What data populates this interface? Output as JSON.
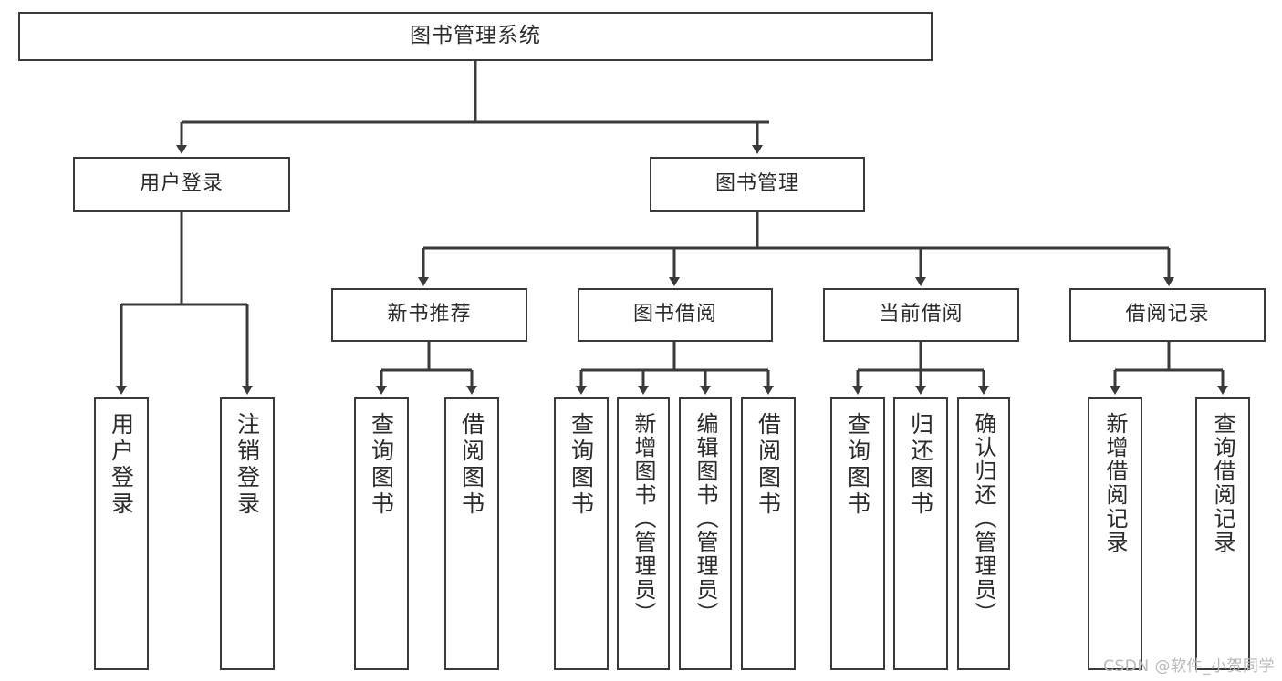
{
  "diagram": {
    "title": "图书管理系统",
    "type": "tree-hierarchy-chart",
    "levels": 4,
    "root": {
      "id": "root",
      "label": "图书管理系统"
    },
    "level2": [
      {
        "id": "user-login",
        "label": "用户登录"
      },
      {
        "id": "book-manage",
        "label": "图书管理"
      }
    ],
    "level3": [
      {
        "id": "new-book-rec",
        "label": "新书推荐",
        "parent": "book-manage"
      },
      {
        "id": "book-borrow",
        "label": "图书借阅",
        "parent": "book-manage"
      },
      {
        "id": "current-borrow",
        "label": "当前借阅",
        "parent": "book-manage"
      },
      {
        "id": "borrow-record",
        "label": "借阅记录",
        "parent": "book-manage"
      }
    ],
    "leaves": {
      "user_login": [
        {
          "id": "leaf-user-login",
          "label": "用户登录"
        },
        {
          "id": "leaf-logout",
          "label": "注销登录"
        }
      ],
      "new_book_rec": [
        {
          "id": "leaf-query-book-1",
          "label": "查询图书"
        },
        {
          "id": "leaf-borrow-book-1",
          "label": "借阅图书"
        }
      ],
      "book_borrow": [
        {
          "id": "leaf-query-book-2",
          "label": "查询图书"
        },
        {
          "id": "leaf-add-book",
          "label": "新增图书（管理员）"
        },
        {
          "id": "leaf-edit-book",
          "label": "编辑图书（管理员）"
        },
        {
          "id": "leaf-borrow-book-2",
          "label": "借阅图书"
        }
      ],
      "current_borrow": [
        {
          "id": "leaf-query-book-3",
          "label": "查询图书"
        },
        {
          "id": "leaf-return-book",
          "label": "归还图书"
        },
        {
          "id": "leaf-confirm-return",
          "label": "确认归还（管理员）"
        }
      ],
      "borrow_record": [
        {
          "id": "leaf-add-record",
          "label": "新增借阅记录"
        },
        {
          "id": "leaf-query-record",
          "label": "查询借阅记录"
        }
      ]
    },
    "colors": {
      "stroke": "#3a3a3a",
      "fill": "#ffffff",
      "text": "#2b2b2b",
      "watermark": "#b9b9b9"
    }
  },
  "watermark": {
    "text": "CSDN @软件_小贺同学"
  }
}
